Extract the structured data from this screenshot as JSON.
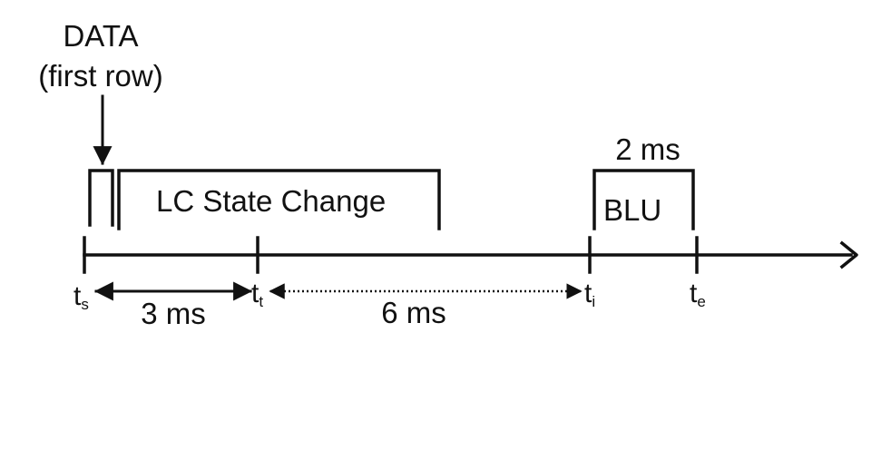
{
  "data_label": {
    "line1": "DATA",
    "line2": "(first row)"
  },
  "pulses": {
    "lc_state_change": "LC State Change",
    "blu": "BLU",
    "blu_duration": "2 ms"
  },
  "ticks": [
    {
      "main": "t",
      "sub": "s"
    },
    {
      "main": "t",
      "sub": "t"
    },
    {
      "main": "t",
      "sub": "i"
    },
    {
      "main": "t",
      "sub": "e"
    }
  ],
  "intervals": [
    {
      "label": "3 ms"
    },
    {
      "label": "6 ms"
    }
  ],
  "colors": {
    "ink": "#111111",
    "background": "#ffffff"
  }
}
